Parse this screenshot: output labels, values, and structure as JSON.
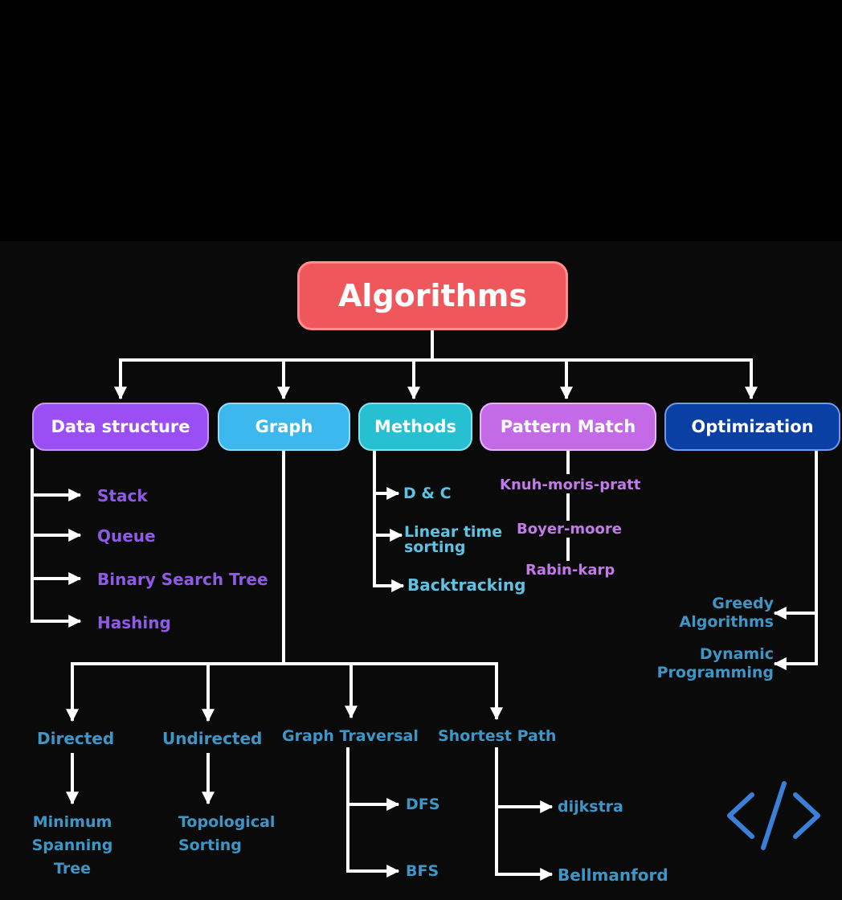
{
  "root": {
    "label": "Algorithms",
    "color": "#f0575c"
  },
  "categories": [
    {
      "label": "Data structure",
      "color": "#9b4ef3"
    },
    {
      "label": "Graph",
      "color": "#3cb8ee"
    },
    {
      "label": "Methods",
      "color": "#26c0d2"
    },
    {
      "label": "Pattern Match",
      "color": "#c46ae6"
    },
    {
      "label": "Optimization",
      "color": "#0a3fa3"
    }
  ],
  "data_structure": {
    "items": [
      "Stack",
      "Queue",
      "Binary Search Tree",
      "Hashing"
    ]
  },
  "methods": {
    "items": [
      "D & C",
      "Linear time",
      "sorting",
      "Backtracking"
    ]
  },
  "pattern_match": {
    "items": [
      "Knuh-moris-pratt",
      "Boyer-moore",
      "Rabin-karp"
    ]
  },
  "optimization": {
    "items": [
      "Greedy",
      "Algorithms",
      "Dynamic",
      "Programming"
    ]
  },
  "graph": {
    "branches": [
      "Directed",
      "Undirected",
      "Graph Traversal",
      "Shortest Path"
    ],
    "directed_child": [
      "Minimum",
      "Spanning",
      "Tree"
    ],
    "undirected_child": [
      "Topological",
      "Sorting"
    ],
    "traversal_children": [
      "DFS",
      "BFS"
    ],
    "shortest_path_children": [
      "dijkstra",
      "Bellmanford"
    ]
  },
  "code_icon": {
    "symbol": "</>",
    "color": "#3a7fd8"
  },
  "line_color": "#ffffff"
}
